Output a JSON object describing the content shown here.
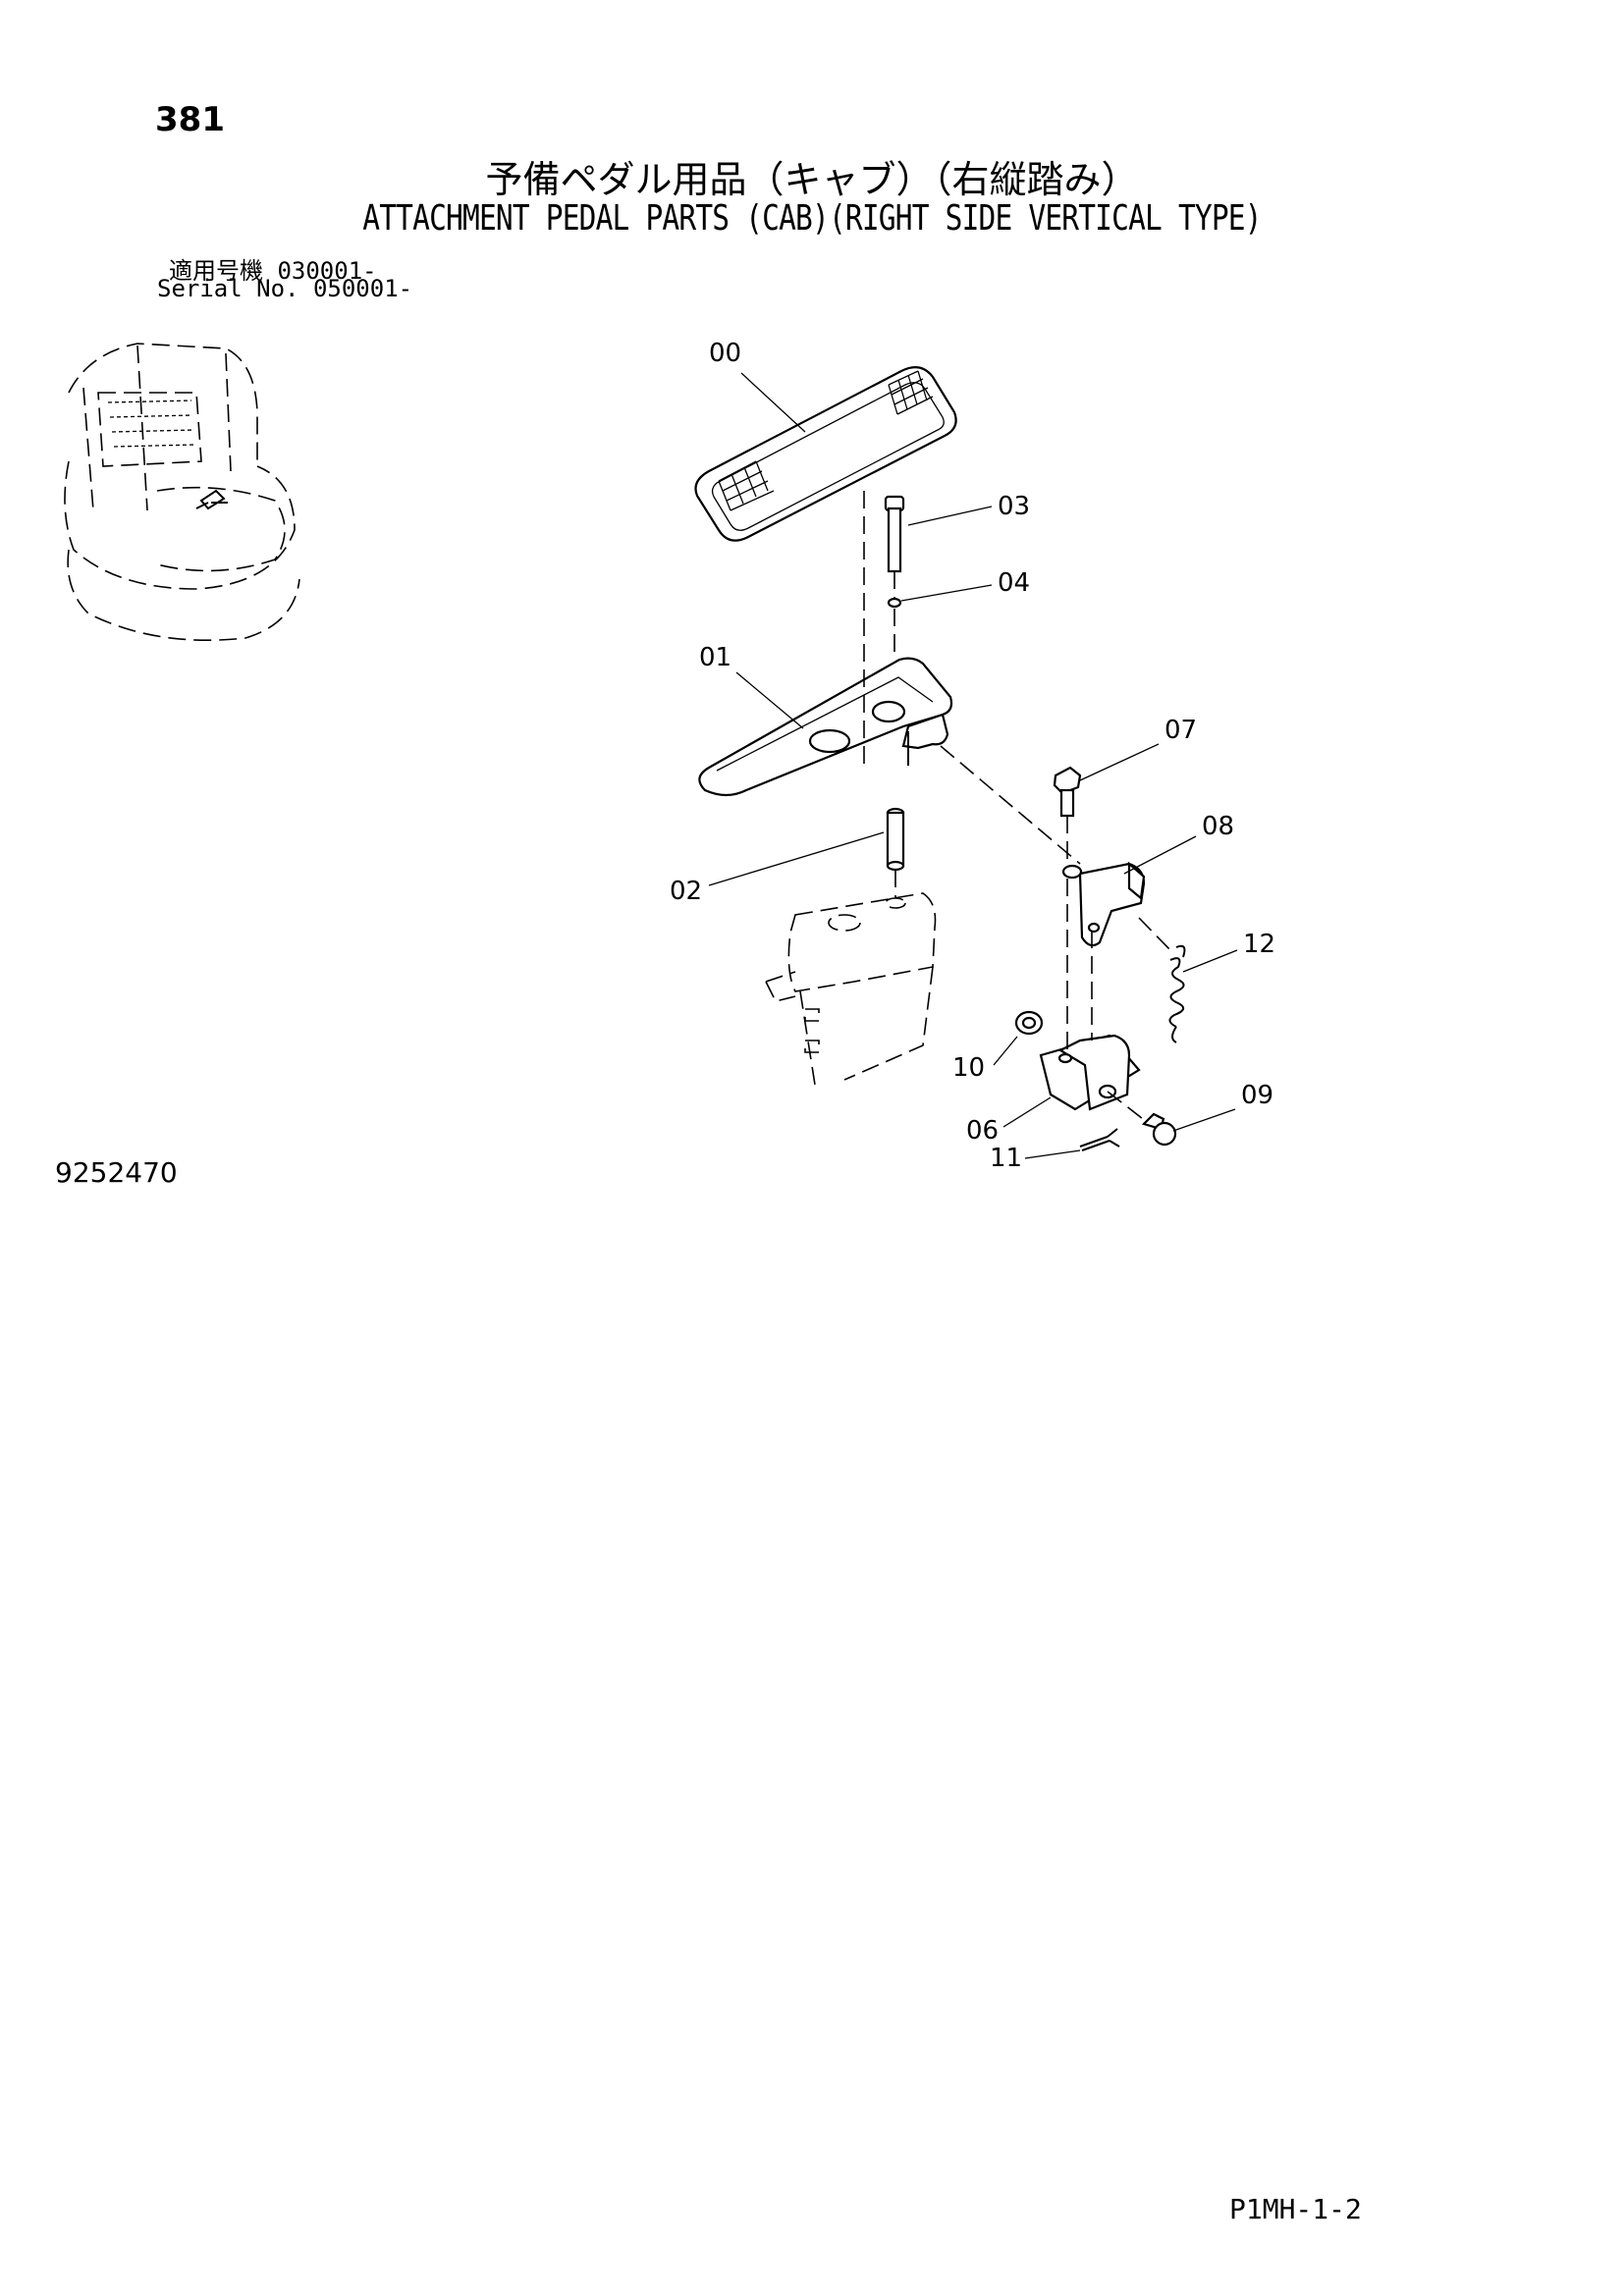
{
  "page_number": "381",
  "title_jp": "予備ペダル用品（キャブ）（右縦踏み）",
  "title_en": "ATTACHMENT PEDAL PARTS (CAB)(RIGHT SIDE VERTICAL TYPE)",
  "serial_line_1": "適用号機  030001-",
  "serial_line_2": "Serial No. 050001-",
  "drawing_number": "9252470",
  "page_code": "P1MH-1-2",
  "callouts": [
    "00",
    "01",
    "02",
    "03",
    "04",
    "06",
    "07",
    "08",
    "09",
    "10",
    "11",
    "12"
  ]
}
